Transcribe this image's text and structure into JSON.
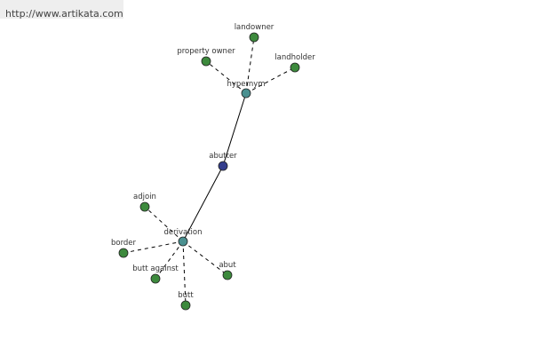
{
  "header": {
    "url": "http://www.artikata.com"
  },
  "graph": {
    "center": {
      "label": "abutter",
      "color": "#333d8c"
    },
    "hubs": [
      {
        "id": "hypernym",
        "label": "hypernym",
        "color": "#4a9090"
      },
      {
        "id": "derivation",
        "label": "derivation",
        "color": "#4a9090"
      }
    ],
    "leaf_color": "#3d8a3d",
    "leaves": [
      {
        "label": "landowner",
        "hub": "hypernym"
      },
      {
        "label": "property owner",
        "hub": "hypernym"
      },
      {
        "label": "landholder",
        "hub": "hypernym"
      },
      {
        "label": "adjoin",
        "hub": "derivation"
      },
      {
        "label": "border",
        "hub": "derivation"
      },
      {
        "label": "butt against",
        "hub": "derivation"
      },
      {
        "label": "butt",
        "hub": "derivation"
      },
      {
        "label": "abut",
        "hub": "derivation"
      }
    ]
  }
}
